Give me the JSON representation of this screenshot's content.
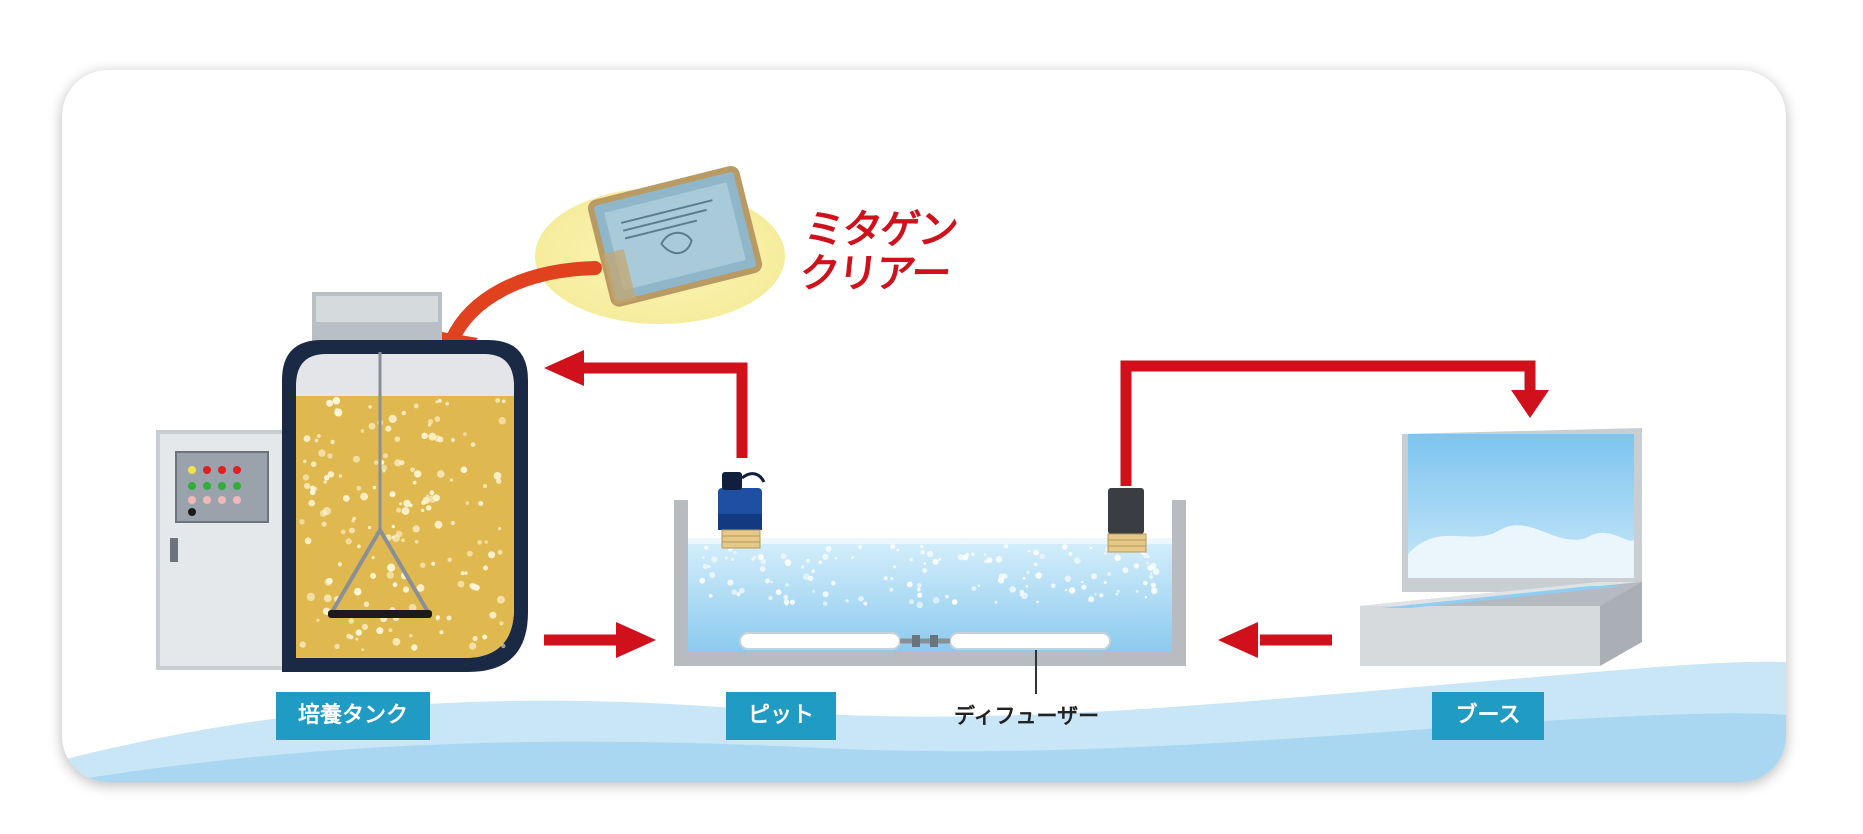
{
  "product": {
    "name_line1": "ミタゲン",
    "name_line2": "クリアー"
  },
  "labels": {
    "tank": "培養タンク",
    "pit": "ピット",
    "diffuser": "ディフューザー",
    "booth": "ブース"
  },
  "colors": {
    "flow_arrow": "#d0101a",
    "label_bg": "#1f9bc4",
    "culture_liquid": "#e0b850",
    "water": "#bfe4f7",
    "tank_outline": "#1b2a44"
  },
  "icons": {
    "tank": "culture-tank-icon",
    "control_panel": "control-panel-icon",
    "pump": "submersible-pump-icon",
    "diffuser": "diffuser-pipe-icon",
    "booth": "paint-booth-icon",
    "package": "product-package-icon"
  }
}
